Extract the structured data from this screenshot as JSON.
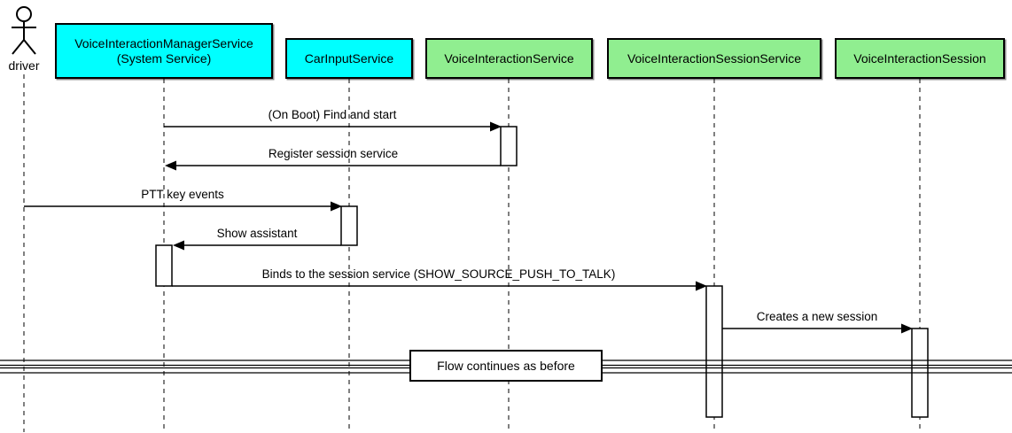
{
  "diagram_type": "uml-sequence",
  "participants": [
    {
      "type": "actor",
      "label": "driver"
    },
    {
      "type": "participant",
      "label": "VoiceInteractionManagerService",
      "sublabel": "(System Service)",
      "fill": "#00FFFF"
    },
    {
      "type": "participant",
      "label": "CarInputService",
      "fill": "#00FFFF"
    },
    {
      "type": "participant",
      "label": "VoiceInteractionService",
      "fill": "#90EE90"
    },
    {
      "type": "participant",
      "label": "VoiceInteractionSessionService",
      "fill": "#90EE90"
    },
    {
      "type": "participant",
      "label": "VoiceInteractionSession",
      "fill": "#90EE90"
    }
  ],
  "messages": [
    {
      "from": "VoiceInteractionManagerService",
      "to": "VoiceInteractionService",
      "label": "(On Boot) Find and start"
    },
    {
      "from": "VoiceInteractionService",
      "to": "VoiceInteractionManagerService",
      "label": "Register session service"
    },
    {
      "from": "driver",
      "to": "CarInputService",
      "label": "PTT key events"
    },
    {
      "from": "CarInputService",
      "to": "VoiceInteractionManagerService",
      "label": "Show assistant"
    },
    {
      "from": "VoiceInteractionManagerService",
      "to": "VoiceInteractionSessionService",
      "label": "Binds to the session service (SHOW_SOURCE_PUSH_TO_TALK)"
    },
    {
      "from": "VoiceInteractionSessionService",
      "to": "VoiceInteractionSession",
      "label": "Creates a new session"
    }
  ],
  "divider": {
    "label": "Flow continues as before"
  },
  "colors": {
    "background": "#FFFFFF",
    "line": "#000000",
    "text": "#000000",
    "box_border": "#000000",
    "cyan_fill": "#00FFFF",
    "green_fill": "#90EE90",
    "activation_fill": "#FFFFFF"
  }
}
